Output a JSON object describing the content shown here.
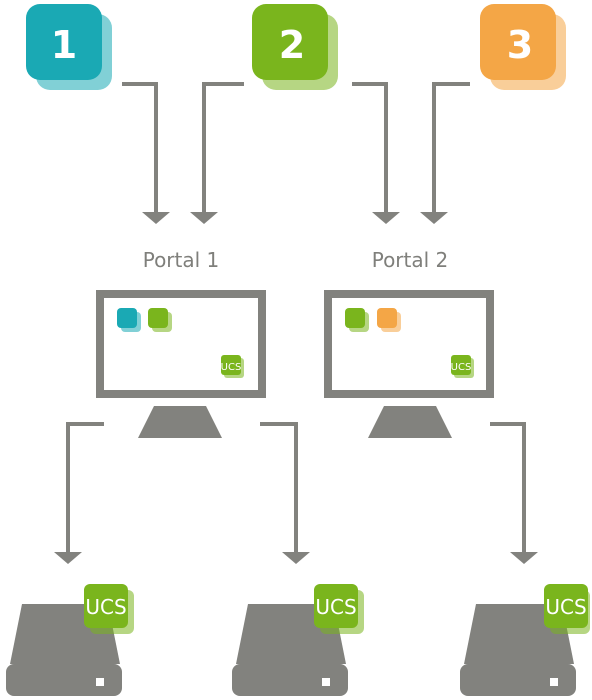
{
  "colors": {
    "teal": "#1aa9b4",
    "green": "#7ab51d",
    "orange": "#f4a646",
    "gray": "#82827e"
  },
  "sources": [
    {
      "number": "1",
      "color": "teal"
    },
    {
      "number": "2",
      "color": "green"
    },
    {
      "number": "3",
      "color": "orange"
    }
  ],
  "portals": [
    {
      "label": "Portal 1",
      "apps": [
        "teal",
        "green"
      ],
      "logo": "UCS"
    },
    {
      "label": "Portal 2",
      "apps": [
        "green",
        "orange"
      ],
      "logo": "UCS"
    }
  ],
  "servers": [
    {
      "logo": "UCS"
    },
    {
      "logo": "UCS"
    },
    {
      "logo": "UCS"
    }
  ]
}
